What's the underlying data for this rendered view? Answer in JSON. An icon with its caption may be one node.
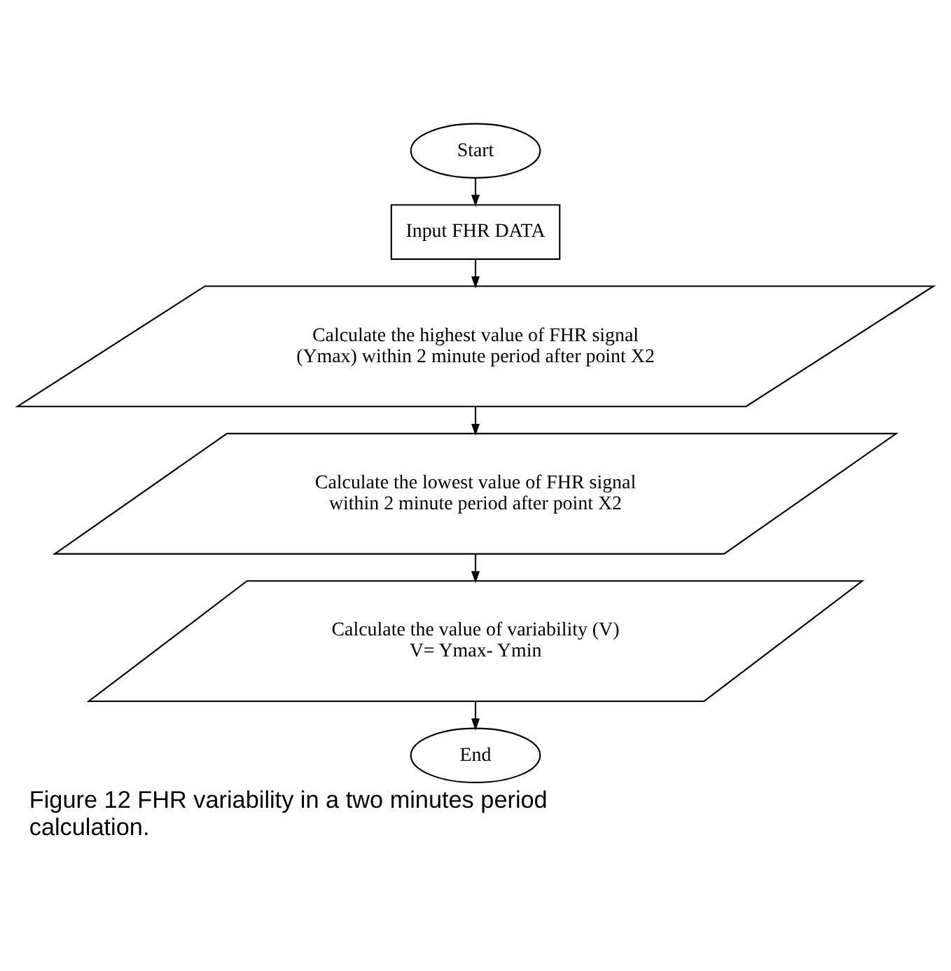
{
  "diagram": {
    "caption": "Figure 12 FHR variability in a two minutes period calculation.",
    "nodes": [
      {
        "text": [
          "Start"
        ]
      },
      {
        "text": [
          "Input FHR DATA"
        ]
      },
      {
        "text": [
          "Calculate the highest value of FHR signal (Ymax) within 2 minute period after point X2"
        ]
      },
      {
        "text": [
          "Calculate the lowest value of FHR signal within 2 minute period after point X2"
        ]
      },
      {
        "text": [
          "Calculate the value of variability (V)",
          "V= Ymax- Ymin"
        ]
      },
      {
        "text": [
          "End"
        ]
      }
    ],
    "edges": [
      {
        "from": 0,
        "to": 1,
        "arrow": "to"
      },
      {
        "from": 1,
        "to": 2,
        "arrow": "to"
      },
      {
        "from": 2,
        "to": 3,
        "arrow": "to"
      },
      {
        "from": 3,
        "to": 4,
        "arrow": "to"
      },
      {
        "from": 4,
        "to": 5,
        "arrow": "to"
      }
    ]
  }
}
